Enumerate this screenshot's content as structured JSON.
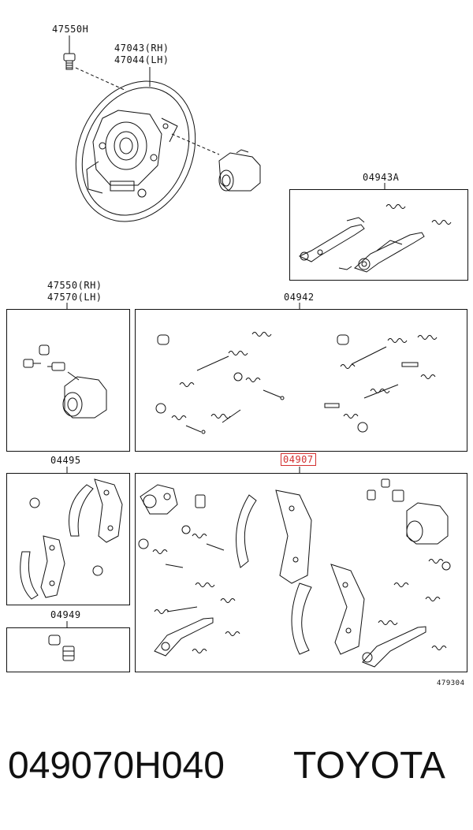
{
  "labels": {
    "bolt_top": "47550H",
    "backing_plate_rh": "47043(RH)",
    "backing_plate_lh": "47044(LH)",
    "adjuster_kit": "04943A",
    "wheel_cyl_rh": "47550(RH)",
    "wheel_cyl_lh": "47570(LH)",
    "spring_kit": "04942",
    "shoe_kit": "04495",
    "brake_kit": "04907",
    "cyl_kit": "04949",
    "diagram_id": "479304"
  },
  "footer": {
    "part_number": "049070H040",
    "brand": "TOYOTA"
  },
  "colors": {
    "highlight": "#d32f2f",
    "line": "#111111"
  }
}
